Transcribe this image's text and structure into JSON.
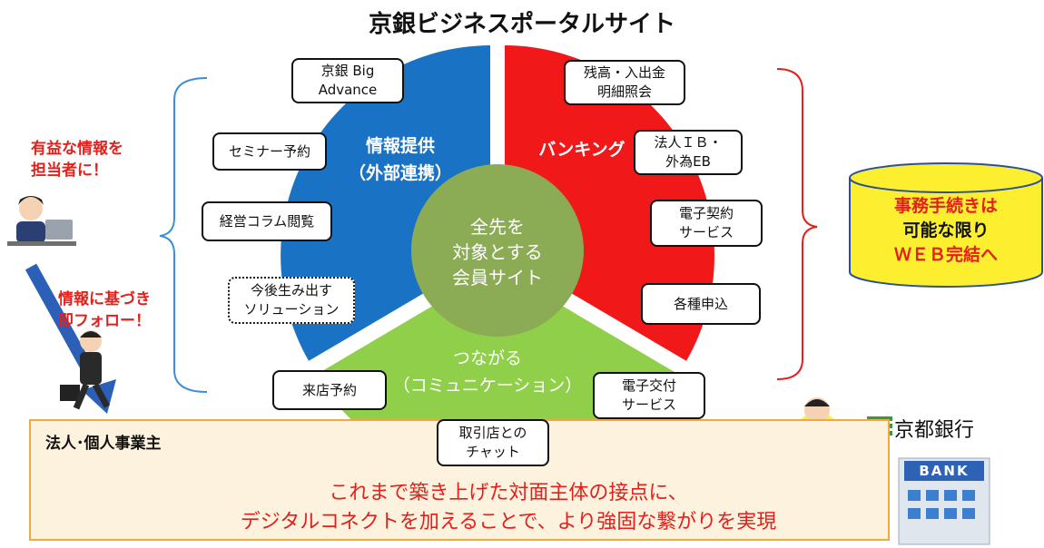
{
  "title": "京銀ビジネスポータルサイト",
  "center": {
    "text": "全先を\n対象とする\n会員サイト",
    "color": "#8cab55"
  },
  "segments": {
    "info": {
      "label": "情報提供\n（外部連携）",
      "color": "#1a72c4"
    },
    "banking": {
      "label": "バンキング",
      "color": "#f01818"
    },
    "connect": {
      "label": "つながる\n（コミュニケーション）",
      "color": "#8fcf4a"
    }
  },
  "info_boxes": [
    "京銀 Big\nAdvance",
    "セミナー予約",
    "経営コラム閲覧",
    "今後生み出す\nソリューション"
  ],
  "banking_boxes": [
    "残高・入出金\n明細照会",
    "法人ＩＢ・\n外為EB",
    "電子契約\nサービス",
    "各種申込"
  ],
  "connect_boxes": [
    "来店予約",
    "取引店との\nチャット",
    "電子交付\nサービス"
  ],
  "left_notes": {
    "top": "有益な情報を\n担当者に！",
    "bottom": "情報に基づき\n即フォロー！"
  },
  "cylinder": {
    "line1": "事務手続きは",
    "line2": "可能な限り",
    "line3": "ＷＥＢ完結へ",
    "fill": "#fcef2f"
  },
  "bottom": {
    "label": "法人･個人事業主",
    "slogan1": "これまで築き上げた対面主体の接点に、",
    "slogan2": "デジタルコネクトを加えることで、より強固な繋がりを実現"
  },
  "bank": {
    "name": "京都銀行",
    "sign": "BANK"
  },
  "colors": {
    "accent_red": "#e3201b",
    "brace_blue": "#3a8fd6",
    "brace_red": "#e3201b",
    "panel_border": "#f2a93b"
  }
}
